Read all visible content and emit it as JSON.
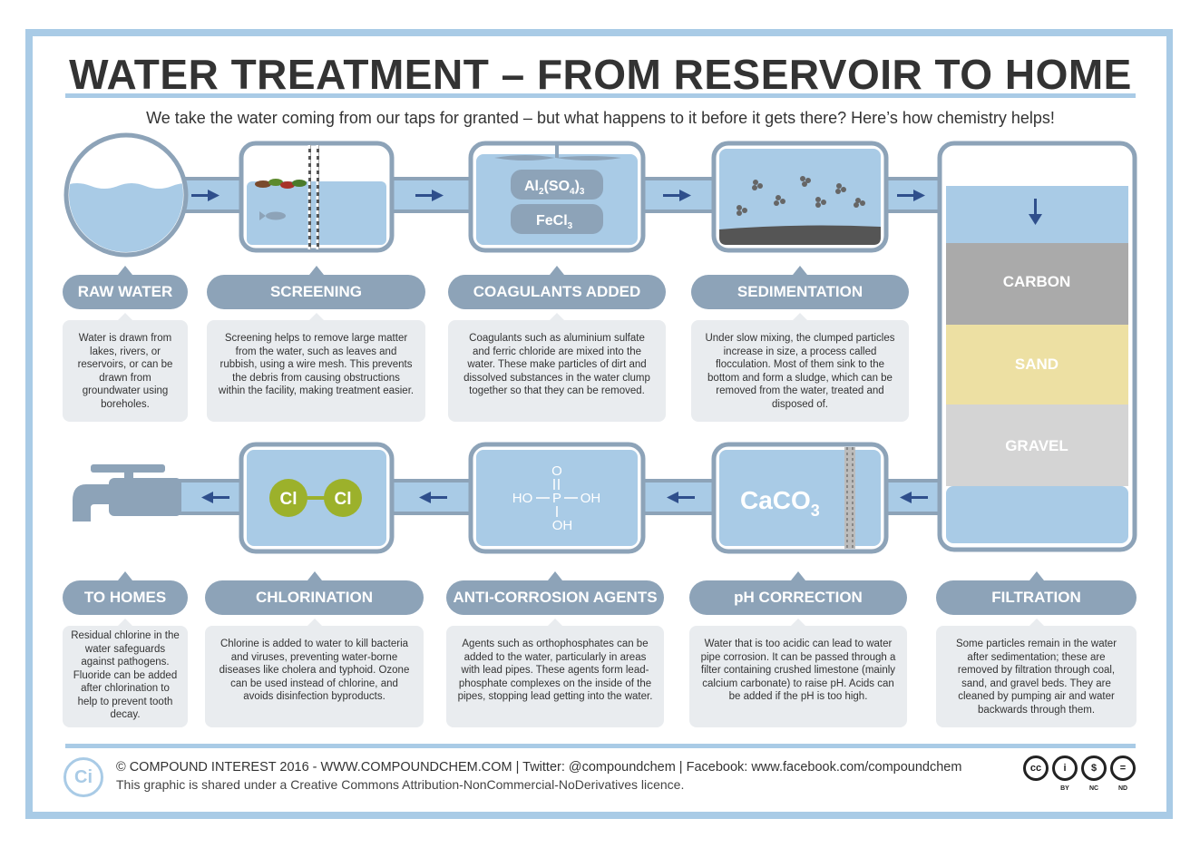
{
  "title": "WATER TREATMENT – FROM RESERVOIR TO HOME",
  "subtitle": "We take the water coming from our taps for granted – but what happens to it before it gets there? Here’s how chemistry helps!",
  "colors": {
    "frame": "#a9cbe6",
    "water": "#a9cbe6",
    "outline": "#8da3b8",
    "label_bg": "#8da3b8",
    "desc_bg": "#e9ecef",
    "arrow": "#2f4f8c",
    "chlorine": "#9cb12b",
    "carbon": "#aaaaaa",
    "sand": "#ede0a3",
    "gravel": "#d4d4d4",
    "sludge": "#555555"
  },
  "steps": {
    "raw_water": {
      "label": "RAW WATER",
      "text": "Water is drawn from lakes, rivers, or reservoirs, or can be drawn from groundwater using boreholes."
    },
    "screening": {
      "label": "SCREENING",
      "text": "Screening helps to remove large matter from the water, such as leaves and rubbish, using a wire mesh. This prevents the debris from causing obstructions within the facility, making treatment easier."
    },
    "coagulants": {
      "label": "COAGULANTS ADDED",
      "text": "Coagulants such as aluminium sulfate and ferric chloride are mixed into the water. These make particles of dirt and dissolved substances in the water clump together so that they can be removed.",
      "chem1_main": "Al",
      "chem1_sub1": "2",
      "chem1_mid": "(SO",
      "chem1_sub2": "4",
      "chem1_close": ")",
      "chem1_sub3": "3",
      "chem2_main": "FeCl",
      "chem2_sub": "3"
    },
    "sedimentation": {
      "label": "SEDIMENTATION",
      "text": "Under slow mixing, the clumped particles increase in size, a process called flocculation. Most of them sink to the bottom and form a sludge, which can be removed from the water, treated and disposed of."
    },
    "filtration": {
      "label": "FILTRATION",
      "text": "Some particles remain in the water after sedimentation; these are removed by filtration through coal, sand, and gravel beds. They are cleaned by pumping air and water backwards through them.",
      "layer_carbon": "CARBON",
      "layer_sand": "SAND",
      "layer_gravel": "GRAVEL"
    },
    "ph_correction": {
      "label": "pH CORRECTION",
      "text": "Water that is too acidic can lead to water pipe corrosion. It can be passed through a filter containing crushed limestone (mainly calcium carbonate) to raise pH. Acids can be added if the pH is too high.",
      "chem_main": "CaCO",
      "chem_sub": "3"
    },
    "anti_corrosion": {
      "label": "ANTI-CORROSION AGENTS",
      "text": "Agents such as orthophosphates can be added to the water, particularly in areas with lead pipes. These agents form lead-phosphate complexes on the inside of the pipes, stopping lead getting into the water.",
      "o_top": "O",
      "left_group": "HO",
      "center": "P",
      "right_group": "OH",
      "bottom_group": "OH"
    },
    "chlorination": {
      "label": "CHLORINATION",
      "text": "Chlorine is added to water to kill bacteria and viruses, preventing water-borne diseases like cholera and typhoid. Ozone can be used instead of chlorine, and avoids disinfection byproducts.",
      "atom_left": "Cl",
      "atom_right": "Cl"
    },
    "to_homes": {
      "label": "TO HOMES",
      "text": "Residual chlorine in the water safeguards against pathogens. Fluoride can be added after chlorination to help to prevent tooth decay."
    }
  },
  "footer": {
    "line1": "© COMPOUND INTEREST 2016 - WWW.COMPOUNDCHEM.COM | Twitter: @compoundchem | Facebook: www.facebook.com/compoundchem",
    "line2": "This graphic is shared under a Creative Commons Attribution-NonCommercial-NoDerivatives licence.",
    "logo_text": "Ci",
    "cc_badge": "cc",
    "by_badge": "i",
    "nc_badge": "$",
    "nd_badge": "=",
    "by_caption": "BY",
    "nc_caption": "NC",
    "nd_caption": "ND"
  }
}
